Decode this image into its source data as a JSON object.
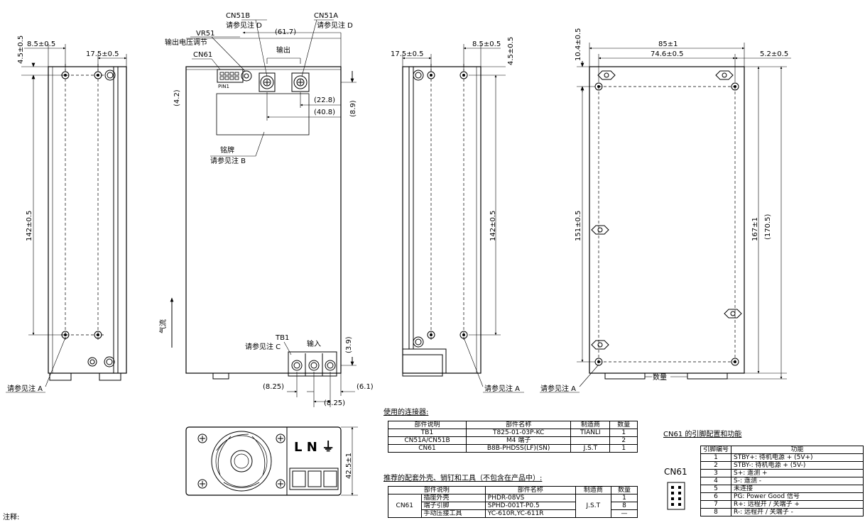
{
  "labels": {
    "cn51b": "CN51B",
    "cn51a": "CN51A",
    "see_note_d": "请参见注 D",
    "vr51": "VR51",
    "output_voltage_adjust": "输出电压调节",
    "cn61": "CN61",
    "pin1": "PIN1",
    "output": "输出",
    "nameplate": "铭牌",
    "see_note_b": "请参见注 B",
    "airflow": "气流",
    "tb1": "TB1",
    "see_note_c": "请参见注 C",
    "input": "输入",
    "see_note_a": "请参见注 A",
    "quantity": "数量",
    "lng": "L N ⏚",
    "cn61_big": "CN61",
    "notes_title": "注释:"
  },
  "dimensions": {
    "d8_5": "8.5±0.5",
    "d4_5": "4.5±0.5",
    "d17_5": "17.5±0.5",
    "d142": "142±0.5",
    "d61_7": "(61.7)",
    "d4_2": "(4.2)",
    "d22_8": "(22.8)",
    "d40_8": "(40.8)",
    "d8_9": "(8.9)",
    "d3_9": "(3.9)",
    "d8_25": "(8.25)",
    "d6_1": "(6.1)",
    "d10_4": "10.4±0.5",
    "d85": "85±1",
    "d74_6": "74.6±0.5",
    "d5_2": "5.2±0.5",
    "d151": "151±0.5",
    "d167": "167±1",
    "d170_5": "(170.5)",
    "d42_5": "42.5±1"
  },
  "connectors_table": {
    "caption": "使用的连接器:",
    "headers": [
      "部件说明",
      "部件名称",
      "制造商",
      "数量"
    ],
    "rows": [
      [
        "TB1",
        "T825-01-03P-KC",
        "TIANLI",
        "1"
      ],
      [
        "CN51A/CN51B",
        "M4 端子",
        "",
        "2"
      ],
      [
        "CN61",
        "B8B-PHDSS(LF)(SN)",
        "J.S.T",
        "1"
      ]
    ]
  },
  "mating_table": {
    "caption": "推荐的配套外壳、销钉和工具（不包含在产品中）:",
    "headers": [
      "部件说明",
      "部件名称",
      "制造商",
      "数量"
    ],
    "group": "CN61",
    "maker": "J.S.T",
    "rows": [
      [
        "插座外壳",
        "PHDR-08VS",
        "1"
      ],
      [
        "端子引脚",
        "SPHD-001T-P0.5",
        "8"
      ],
      [
        "手动压接工具",
        "YC-610R,YC-611R",
        "—"
      ]
    ]
  },
  "pin_table": {
    "caption": "CN61 的引脚配置和功能",
    "headers": [
      "引脚编号",
      "功能"
    ],
    "rows": [
      [
        "1",
        "STBY+: 待机电源 + (5V+)"
      ],
      [
        "2",
        "STBY-: 待机电源 + (5V-)"
      ],
      [
        "3",
        "S+: 遥测 +"
      ],
      [
        "4",
        "S-: 遥测 -"
      ],
      [
        "5",
        "未连接"
      ],
      [
        "6",
        "PG: Power Good 信号"
      ],
      [
        "7",
        "R+: 远程开 / 关端子 +"
      ],
      [
        "8",
        "R-: 远程开 / 关端子 -"
      ]
    ]
  }
}
